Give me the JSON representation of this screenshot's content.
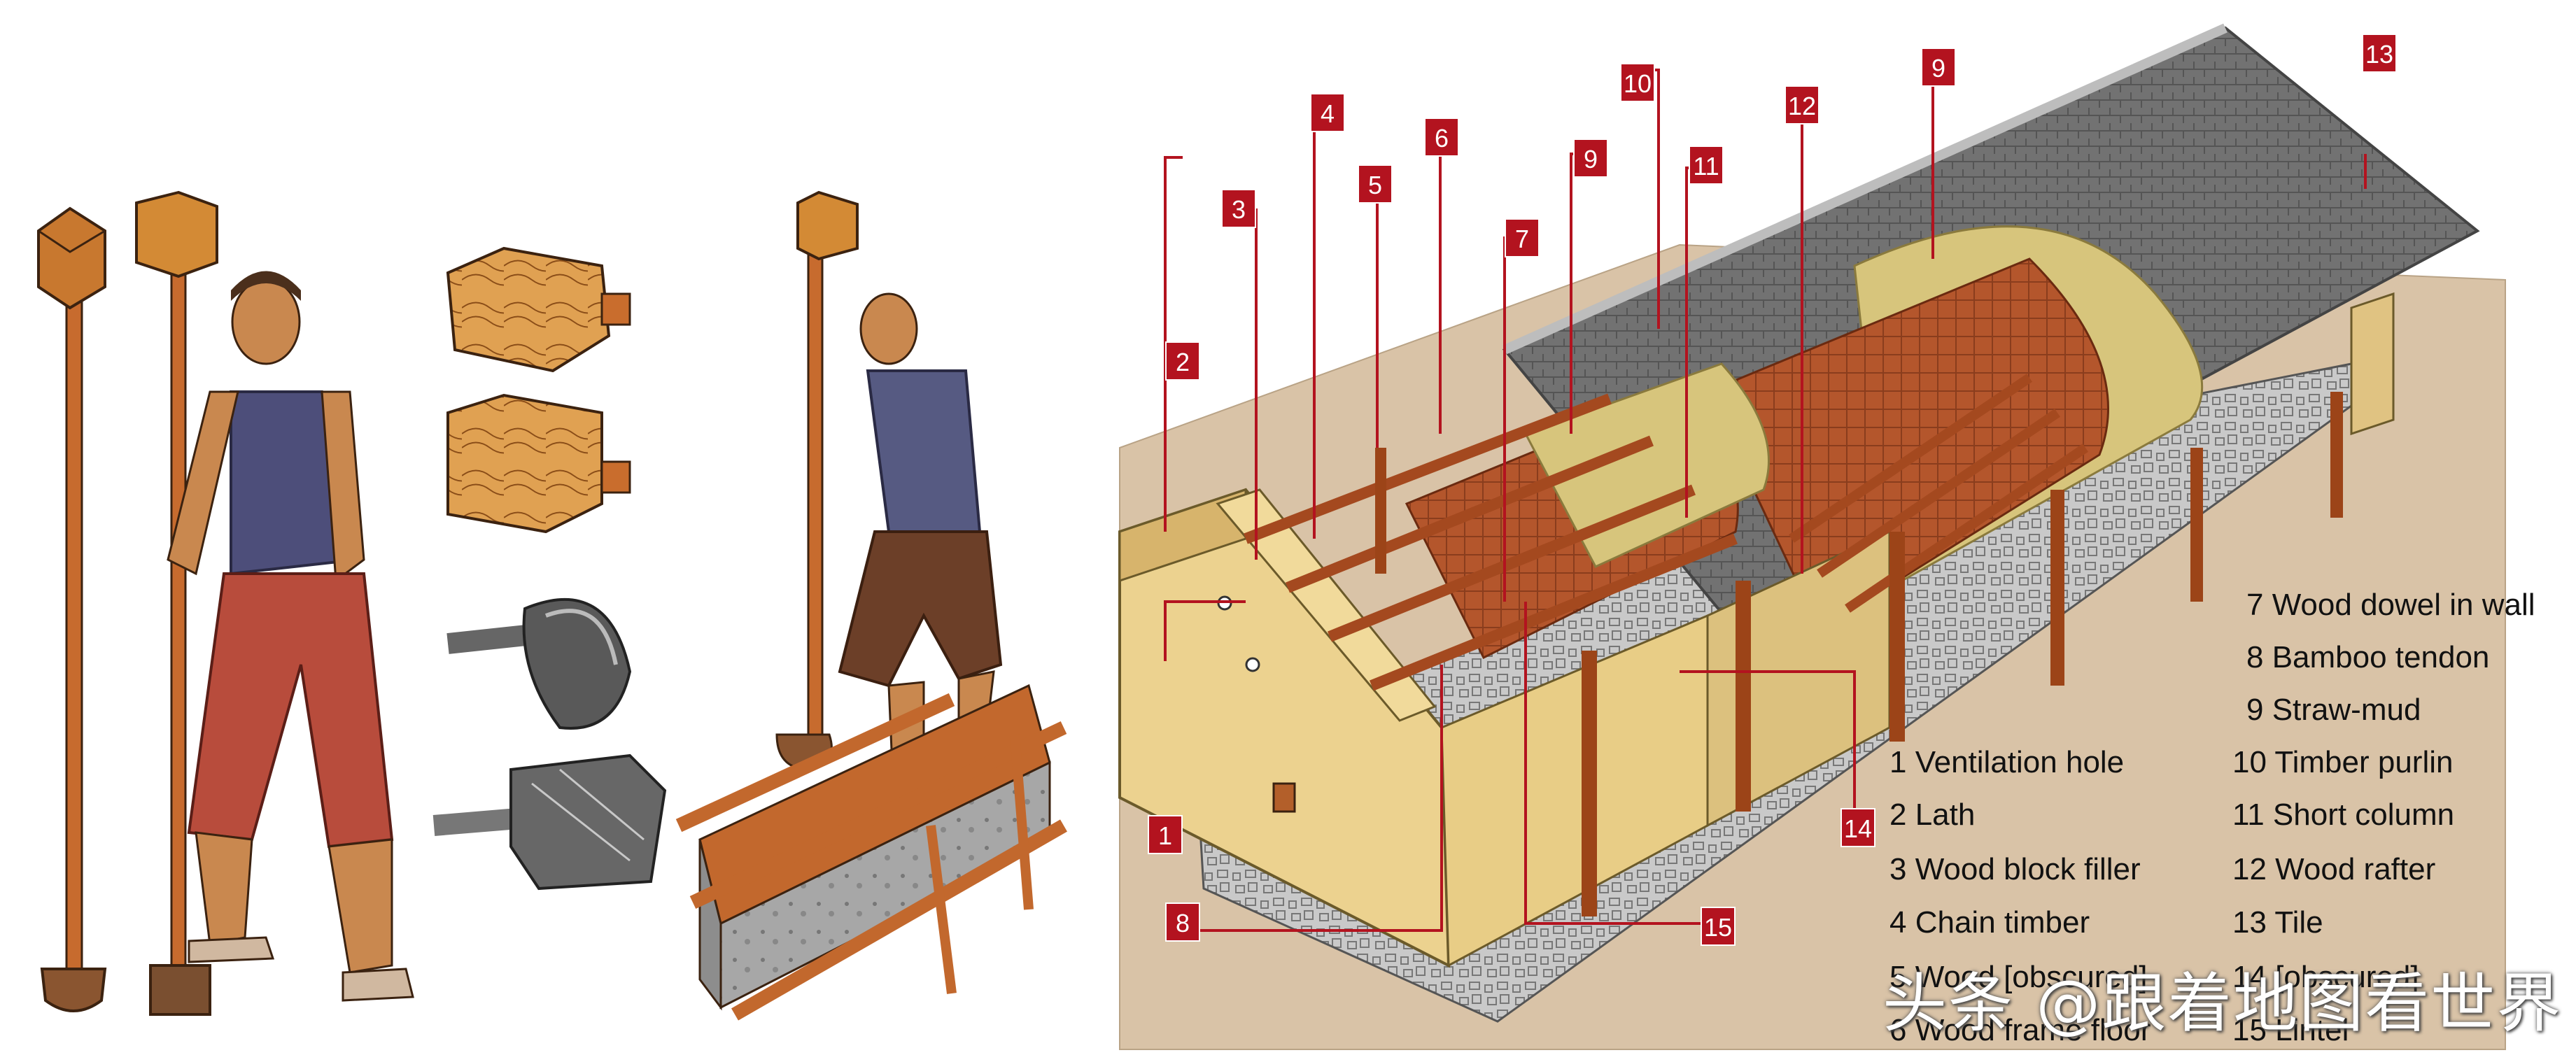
{
  "legend": [
    {
      "num": "1",
      "text": "1 Ventilation hole"
    },
    {
      "num": "2",
      "text": "2 Lath"
    },
    {
      "num": "3",
      "text": "3 Wood block filler"
    },
    {
      "num": "4",
      "text": "4 Chain timber"
    },
    {
      "num": "5",
      "text": "5 Wood [obscured]"
    },
    {
      "num": "6",
      "text": "6 Wood frame floor"
    },
    {
      "num": "7",
      "text": "7 Wood dowel in wall"
    },
    {
      "num": "8",
      "text": "8 Bamboo tendon"
    },
    {
      "num": "9",
      "text": "9 Straw-mud"
    },
    {
      "num": "10",
      "text": "10 Timber purlin"
    },
    {
      "num": "11",
      "text": "11 Short column"
    },
    {
      "num": "12",
      "text": "12 Wood rafter"
    },
    {
      "num": "13",
      "text": "13 Tile"
    },
    {
      "num": "14",
      "text": "14 [obscured]"
    },
    {
      "num": "15",
      "text": "15 Lintel"
    }
  ],
  "callouts": [
    "1",
    "2",
    "3",
    "4",
    "5",
    "6",
    "7",
    "8",
    "9",
    "9",
    "10",
    "11",
    "12",
    "13",
    "14",
    "15"
  ],
  "watermark": "头条 @跟着地图看世界",
  "colors": {
    "callout_red": "#b3131f",
    "ground": "#d8c2a6",
    "roof_tile": "#6e6e6e",
    "wall": "#e9cf8d",
    "straw_mud": "#d6c47a",
    "timber": "#b8552a"
  }
}
